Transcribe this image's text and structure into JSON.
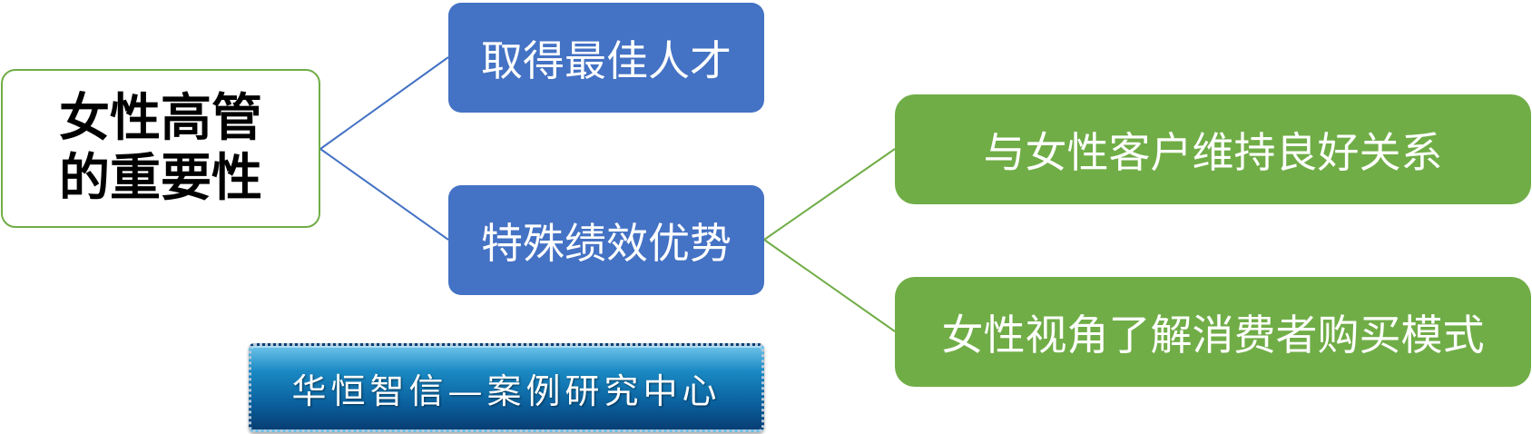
{
  "diagram": {
    "root": {
      "label": "女性高管的重要性"
    },
    "level1": [
      {
        "label": "取得最佳人才"
      },
      {
        "label": "特殊绩效优势"
      }
    ],
    "level2": [
      {
        "label": "与女性客户维持良好关系"
      },
      {
        "label": "女性视角了解消费者购买模式"
      }
    ]
  },
  "banner": {
    "label": "华恒智信—案例研究中心"
  },
  "colors": {
    "root_border": "#70ad47",
    "level1_fill": "#4472c4",
    "level2_fill": "#70ad47",
    "connector_blue": "#4472c4",
    "connector_green": "#70ad47",
    "banner_fill": "#0a5f9c"
  }
}
